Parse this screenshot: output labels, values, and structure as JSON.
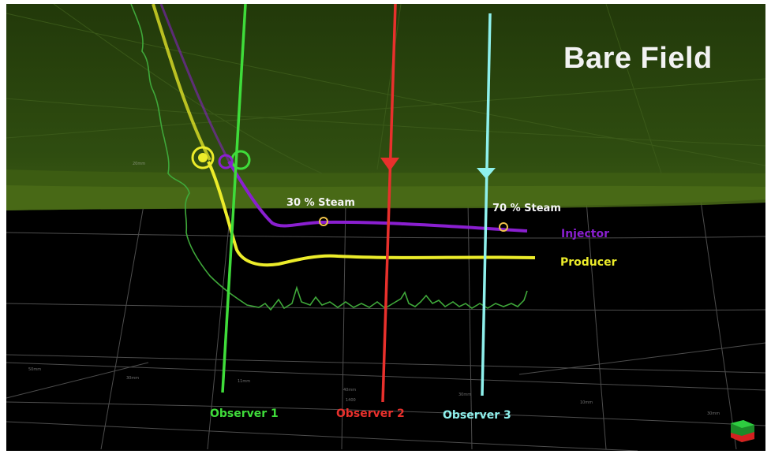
{
  "title": "Bare Field",
  "steam_labels": {
    "left": "30 % Steam",
    "right": "70 % Steam"
  },
  "wells": {
    "injector": {
      "label": "Injector",
      "color": "#8a1fd0"
    },
    "producer": {
      "label": "Producer",
      "color": "#ecec2a"
    }
  },
  "observers": [
    {
      "label": "Observer 1",
      "color": "#3fdc3a"
    },
    {
      "label": "Observer 2",
      "color": "#e8302c"
    },
    {
      "label": "Observer 3",
      "color": "#8ef0ec"
    }
  ],
  "colors": {
    "reservoir": "#2f4d10",
    "reservoir_dark": "#243a0a",
    "green_trace": "#3fa83a",
    "grid": "#5a5a5a"
  },
  "axis_ticks": [
    "50mm",
    "30mm",
    "11mm",
    "40mm",
    "30mm",
    "10mm",
    "1400",
    "20mm",
    "30mm"
  ]
}
